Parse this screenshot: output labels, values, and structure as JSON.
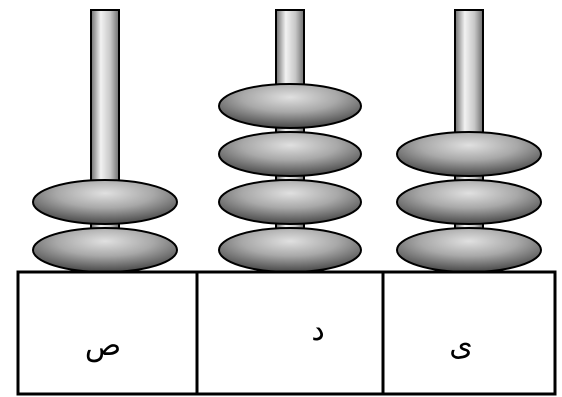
{
  "colors": {
    "rod_light": "#f2f2f2",
    "rod_mid": "#c6c6c6",
    "rod_dark": "#6e6e6e",
    "bead_light": "#e0e0e0",
    "bead_mid": "#9a9a9a",
    "bead_dark": "#3a3a3a",
    "frame": "#000000",
    "background": "#ffffff"
  },
  "columns": [
    {
      "label": "ص",
      "bead_count": 2
    },
    {
      "label": "د",
      "bead_count": 4
    },
    {
      "label": "ی",
      "bead_count": 3
    }
  ]
}
